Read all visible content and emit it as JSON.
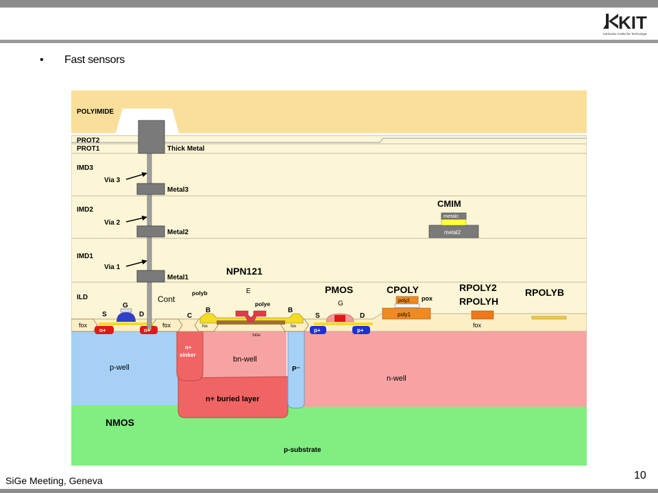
{
  "header": {
    "logo_text": "KIT",
    "logo_subtitle": "Karlsruher Institut für Technologie"
  },
  "content": {
    "bullet": "•",
    "heading": "Fast sensors"
  },
  "footer": {
    "left_text": "SiGe Meeting, Geneva",
    "page_number": "10"
  },
  "diagram": {
    "layers": {
      "polyimide": "POLYIMIDE",
      "prot2": "PROT2",
      "prot1": "PROT1",
      "thick_metal": "Thick Metal",
      "imd3": "IMD3",
      "via3": "Via 3",
      "metal3": "Metal3",
      "imd2": "IMD2",
      "via2": "Via 2",
      "metal2": "Metal2",
      "imd1": "IMD1",
      "via1": "Via 1",
      "metal1": "Metal1",
      "ild": "ILD",
      "cont": "Cont"
    },
    "devices": {
      "npn": "NPN121",
      "pmos": "PMOS",
      "nmos": "NMOS",
      "cpoly": "CPOLY",
      "rpoly2": "RPOLY2",
      "rpolyh": "RPOLYH",
      "rpolyb": "RPOLYB",
      "cmim": "CMIM"
    },
    "cmim_labels": {
      "top": "metalc",
      "bottom": "metal2"
    },
    "cpoly_labels": {
      "poly2": "poly2",
      "pox": "pox",
      "poly1": "poly1"
    },
    "terminals": {
      "s_nmos": "S",
      "g_nmos": "G",
      "d_nmos": "D",
      "c": "C",
      "b_left": "B",
      "e": "E",
      "b_right": "B",
      "s_pmos": "S",
      "g_pmos": "G",
      "d_pmos": "D",
      "polyb": "polyb",
      "polye": "polye",
      "sige": "SiGe"
    },
    "regions": {
      "fox": "fox",
      "n_plus": "n+",
      "p_plus": "p+",
      "n_sinker_1": "n+",
      "n_sinker_2": "sinker",
      "p_well": "p-well",
      "bn_well": "bn-well",
      "p_minus": "P⁻",
      "n_well": "n-well",
      "buried_layer": "n+ buried layer",
      "p_substrate": "p-substrate"
    }
  }
}
